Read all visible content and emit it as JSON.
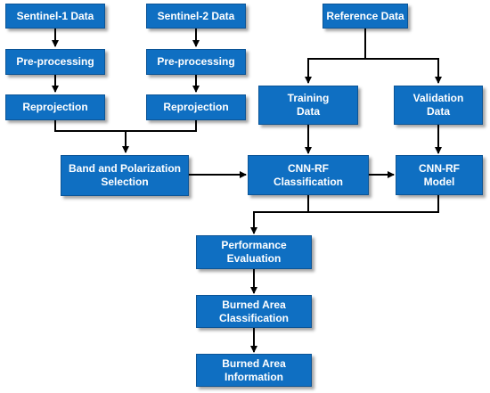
{
  "diagram": {
    "colors": {
      "box_fill": "#0f6fc2",
      "box_border": "#0b5496",
      "text": "#ffffff",
      "connector": "#000000"
    },
    "nodes": {
      "sentinel1": {
        "lines": [
          "Sentinel-1 Data"
        ]
      },
      "sentinel2": {
        "lines": [
          "Sentinel-2 Data"
        ]
      },
      "reference": {
        "lines": [
          "Reference Data"
        ]
      },
      "preproc1": {
        "lines": [
          "Pre-processing"
        ]
      },
      "preproc2": {
        "lines": [
          "Pre-processing"
        ]
      },
      "reproj1": {
        "lines": [
          "Reprojection"
        ]
      },
      "reproj2": {
        "lines": [
          "Reprojection"
        ]
      },
      "training": {
        "lines": [
          "Training",
          "Data"
        ]
      },
      "validation": {
        "lines": [
          "Validation",
          "Data"
        ]
      },
      "band": {
        "lines": [
          "Band and Polarization",
          "Selection"
        ]
      },
      "cnnclass": {
        "lines": [
          "CNN-RF",
          "Classification"
        ]
      },
      "cnnmodel": {
        "lines": [
          "CNN-RF",
          "Model"
        ]
      },
      "perf": {
        "lines": [
          "Performance",
          "Evaluation"
        ]
      },
      "burnedclass": {
        "lines": [
          "Burned Area",
          "Classification"
        ]
      },
      "burnedinfo": {
        "lines": [
          "Burned Area",
          "Information"
        ]
      }
    }
  }
}
